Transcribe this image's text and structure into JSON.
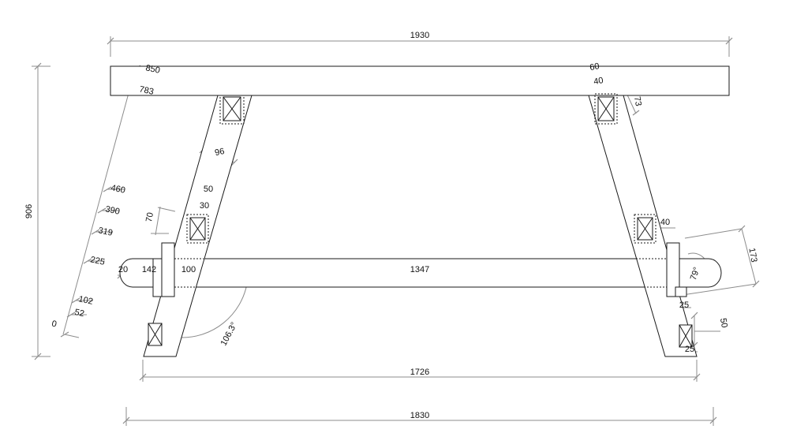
{
  "drawing": {
    "overall": {
      "table_length": "1930",
      "height": "906",
      "foot_span": "1726",
      "stretcher_length": "1830"
    },
    "stretcher": {
      "end_offset": "20",
      "left_segment": "142",
      "leg_gap": "100",
      "inner_length": "1347"
    },
    "left_leg": {
      "width": "96",
      "mortise_outer": "50",
      "mortise_inner": "30",
      "mortise_height": "70",
      "angle": "106.3°"
    },
    "right_leg": {
      "top_outer": "60",
      "top_inner": "40",
      "top_offset": "73",
      "side_width": "40",
      "rise": "173",
      "angle": "79°",
      "foot_a": "25",
      "foot_b": "50",
      "foot_c": "25"
    },
    "height_marks": [
      "850",
      "783",
      "460",
      "390",
      "319",
      "225",
      "102",
      "52",
      "0"
    ]
  }
}
